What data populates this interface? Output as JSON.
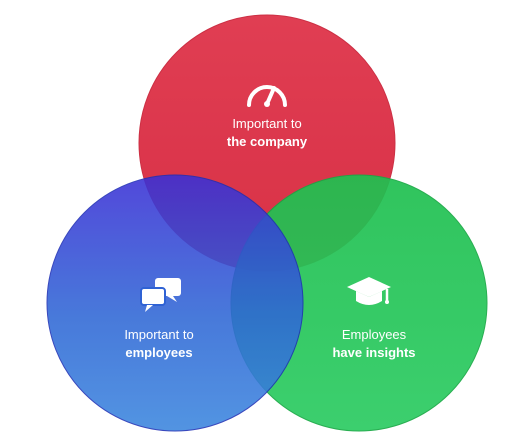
{
  "circles": [
    {
      "id": "company",
      "line1": "Important to",
      "line2": "the company",
      "icon": "speedometer-icon",
      "color": "#d9223c"
    },
    {
      "id": "employees",
      "line1": "Important to",
      "line2": "employees",
      "icon": "chat-bubbles-icon",
      "color": "#2d4fd0"
    },
    {
      "id": "insights",
      "line1": "Employees",
      "line2": "have insights",
      "icon": "graduation-cap-icon",
      "color": "#1fbf4f"
    }
  ]
}
